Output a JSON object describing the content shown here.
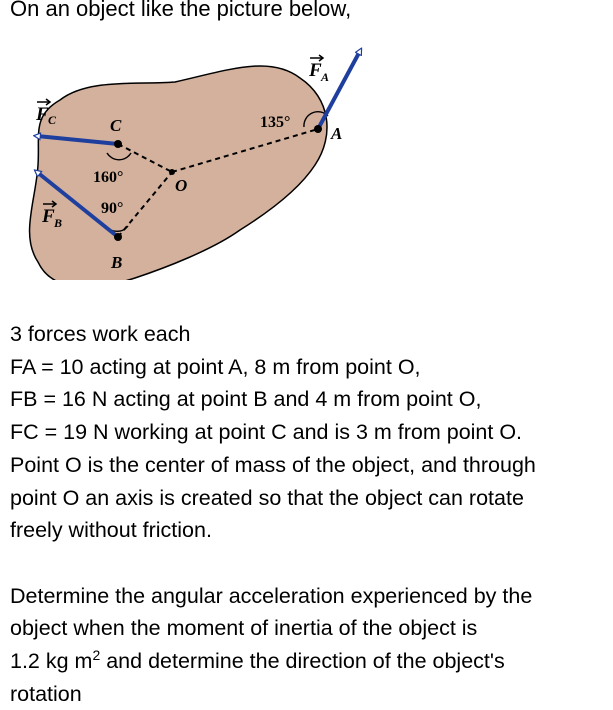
{
  "intro": "On an object like the picture below,",
  "figure": {
    "labels": {
      "fa": "F",
      "fa_sub": "A",
      "fb": "F",
      "fb_sub": "B",
      "fc": "F",
      "fc_sub": "C",
      "point_a": "A",
      "point_b": "B",
      "point_c": "C",
      "point_o": "O",
      "angle_a": "135°",
      "angle_b": "90°",
      "angle_c": "160°"
    },
    "colors": {
      "body_fill": "#d3b19d",
      "body_stroke": "#000000",
      "force_arrow": "#1f3f9f"
    }
  },
  "problem": {
    "lines": [
      "3 forces work each",
      "FA = 10 acting at point A, 8 m from point O,",
      "FB = 16 N acting at point B and 4 m from point O,",
      "FC = 19 N working at point C and is 3 m from point O.",
      "Point O is the center of mass of the object, and through",
      "point O an axis is created so that the object can rotate",
      "freely without friction."
    ],
    "question_lines": [
      "Determine the angular acceleration experienced by the",
      "object when the moment of inertia of the object is"
    ],
    "inertia_prefix": "1.2 kg m",
    "inertia_exponent": "2",
    "inertia_suffix": " and determine the direction of the object's",
    "final_line": "rotation"
  }
}
